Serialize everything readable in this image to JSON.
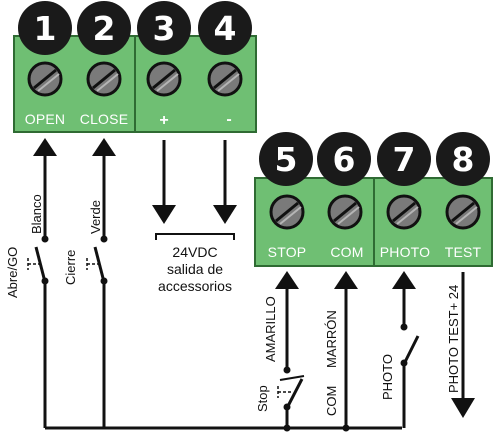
{
  "colors": {
    "block_fill": "#6fbf73",
    "block_stroke": "#2f6b33",
    "badge": "#1a1a1a",
    "badge_text": "#ffffff",
    "screw_fill": "#7a7a7a",
    "wire": "#111111",
    "label_text": "#111111"
  },
  "terminal_block_1": {
    "terminals": [
      {
        "number": "1",
        "label": "OPEN"
      },
      {
        "number": "2",
        "label": "CLOSE"
      },
      {
        "number": "3",
        "label": "+"
      },
      {
        "number": "4",
        "label": "-"
      }
    ]
  },
  "terminal_block_2": {
    "terminals": [
      {
        "number": "5",
        "label": "STOP"
      },
      {
        "number": "6",
        "label": "COM"
      },
      {
        "number": "7",
        "label": "PHOTO"
      },
      {
        "number": "8",
        "label": "TEST"
      }
    ]
  },
  "wire_labels": {
    "open_wire": "Blanco",
    "open_switch": "Abre/GO",
    "close_wire": "Verde",
    "close_switch": "Cierre",
    "stop_wire": "AMARILLO",
    "stop_switch": "Stop",
    "com_wire": "MARRÓN",
    "com_bottom": "COM",
    "photo_contact": "PHOTO",
    "photo_test": "PHOTO TEST+ 24"
  },
  "accessory_output": {
    "line1": "24VDC",
    "line2": "salida de",
    "line3": "accessorios"
  }
}
